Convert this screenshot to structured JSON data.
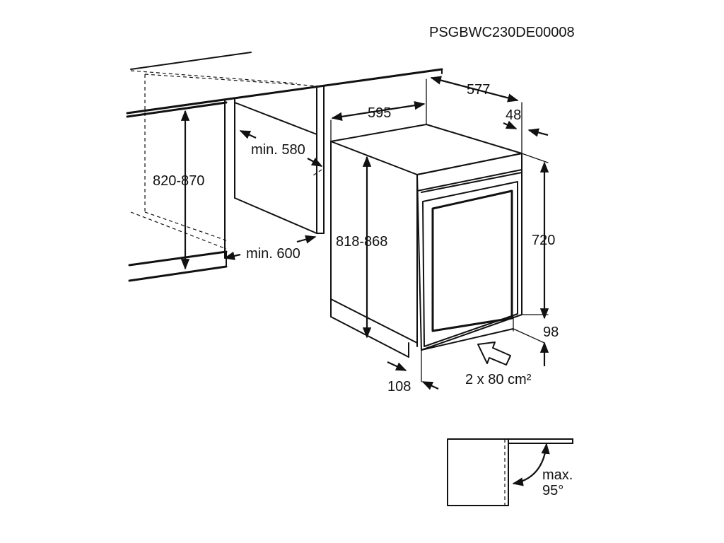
{
  "diagram": {
    "document_code": "PSGBWC230DE00008",
    "dimensions": {
      "niche_height": "820-870",
      "niche_depth_min": "min. 580",
      "niche_width_min": "min. 600",
      "appliance_width": "595",
      "appliance_depth": "577",
      "door_thickness": "48",
      "appliance_height": "818-868",
      "door_height": "720",
      "plinth_height": "98",
      "plinth_depth": "108",
      "ventilation": "2 x 80 cm²"
    },
    "door_opening": {
      "label_line1": "max.",
      "label_line2": "95°"
    }
  }
}
